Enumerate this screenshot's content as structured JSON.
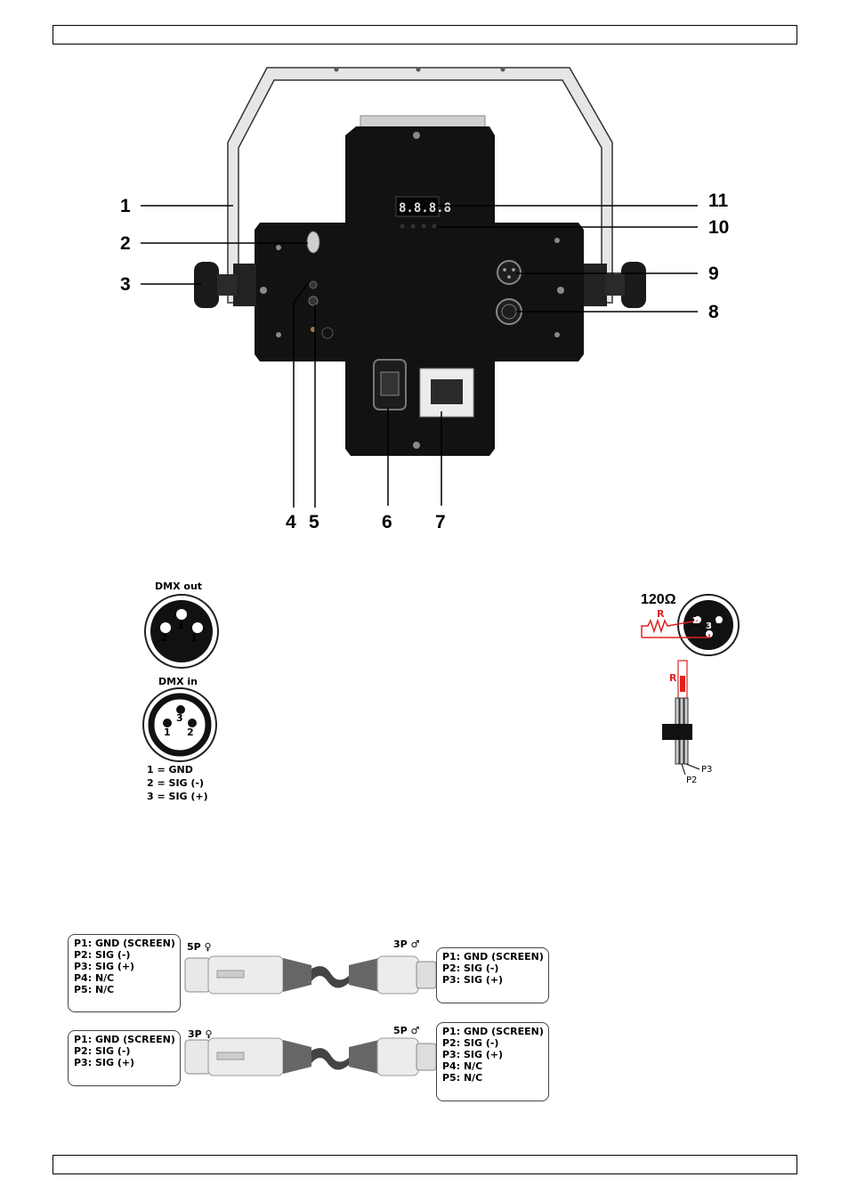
{
  "callouts": [
    "1",
    "2",
    "3",
    "4",
    "5",
    "6",
    "7",
    "8",
    "9",
    "10",
    "11"
  ],
  "display_digits": "8.8.8.8",
  "dmx": {
    "out_label": "DMX out",
    "in_label": "DMX in",
    "pin_legend": [
      "1 = GND",
      "2 = SIG (-)",
      "3 = SIG (+)"
    ]
  },
  "terminator": {
    "ohms": "120Ω",
    "resistor_label": "R",
    "pin_p2": "P2",
    "pin_p3": "P3"
  },
  "cables": {
    "cable1_left_type": "5P ♀",
    "cable1_right_type": "3P ♂",
    "cable2_left_type": "3P ♀",
    "cable2_right_type": "5P ♂",
    "pins5": [
      "P1: GND (SCREEN)",
      "P2: SIG (-)",
      "P3: SIG (+)",
      "P4: N/C",
      "P5: N/C"
    ],
    "pins3": [
      "P1: GND (SCREEN)",
      "P2: SIG (-)",
      "P3: SIG (+)"
    ]
  },
  "colors": {
    "resistor": "#e02020",
    "device": "#121212"
  }
}
